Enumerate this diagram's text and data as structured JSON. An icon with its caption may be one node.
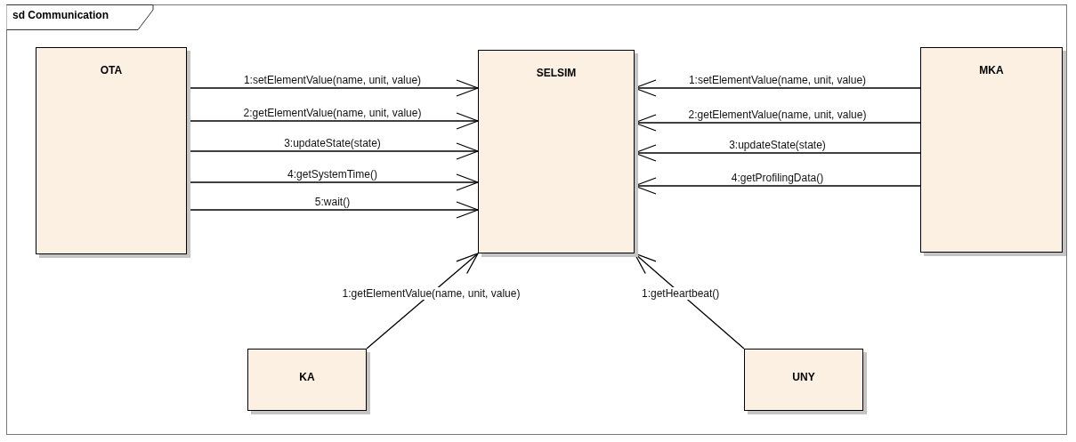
{
  "diagram": {
    "title": "sd Communication",
    "nodes": [
      {
        "text": [
          "OTA"
        ]
      },
      {
        "text": [
          "SELSIM"
        ]
      },
      {
        "text": [
          "MKA"
        ]
      },
      {
        "text": [
          "KA"
        ]
      },
      {
        "text": [
          "UNY"
        ]
      }
    ],
    "edges": [
      {
        "from": 0,
        "to": 1,
        "arrow": "to",
        "label": "1:setElementValue(name, unit, value)"
      },
      {
        "from": 0,
        "to": 1,
        "arrow": "to",
        "label": "2:getElementValue(name, unit, value)"
      },
      {
        "from": 0,
        "to": 1,
        "arrow": "to",
        "label": "3:updateState(state)"
      },
      {
        "from": 0,
        "to": 1,
        "arrow": "to",
        "label": "4:getSystemTime()"
      },
      {
        "from": 0,
        "to": 1,
        "arrow": "to",
        "label": "5:wait()"
      },
      {
        "from": 2,
        "to": 1,
        "arrow": "to",
        "label": "1:setElementValue(name, unit, value)"
      },
      {
        "from": 2,
        "to": 1,
        "arrow": "to",
        "label": "2:getElementValue(name, unit, value)"
      },
      {
        "from": 2,
        "to": 1,
        "arrow": "to",
        "label": "3:updateState(state)"
      },
      {
        "from": 2,
        "to": 1,
        "arrow": "to",
        "label": "4:getProfilingData()"
      },
      {
        "from": 3,
        "to": 1,
        "arrow": "to",
        "label": "1:getElementValue(name, unit, value)"
      },
      {
        "from": 4,
        "to": 1,
        "arrow": "to",
        "label": "1:getHeartbeat()"
      }
    ]
  }
}
